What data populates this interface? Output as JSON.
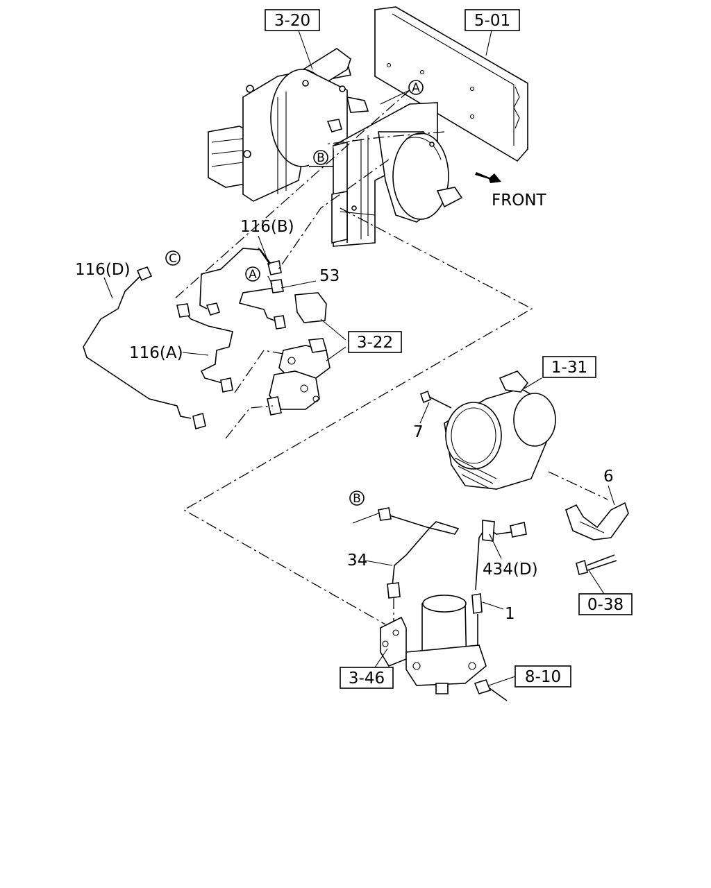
{
  "refs": {
    "r320": "3-20",
    "r501": "5-01",
    "r322": "3-22",
    "r131": "1-31",
    "r038": "0-38",
    "r346": "3-46",
    "r810": "8-10"
  },
  "parts": {
    "p116b": "116(B)",
    "p116d": "116(D)",
    "p116a": "116(A)",
    "p53": "53",
    "p7": "7",
    "p6": "6",
    "p34": "34",
    "p434d": "434(D)",
    "p1": "1"
  },
  "markers": {
    "a": "A",
    "b": "B",
    "c": "C"
  },
  "front_label": "FRONT"
}
